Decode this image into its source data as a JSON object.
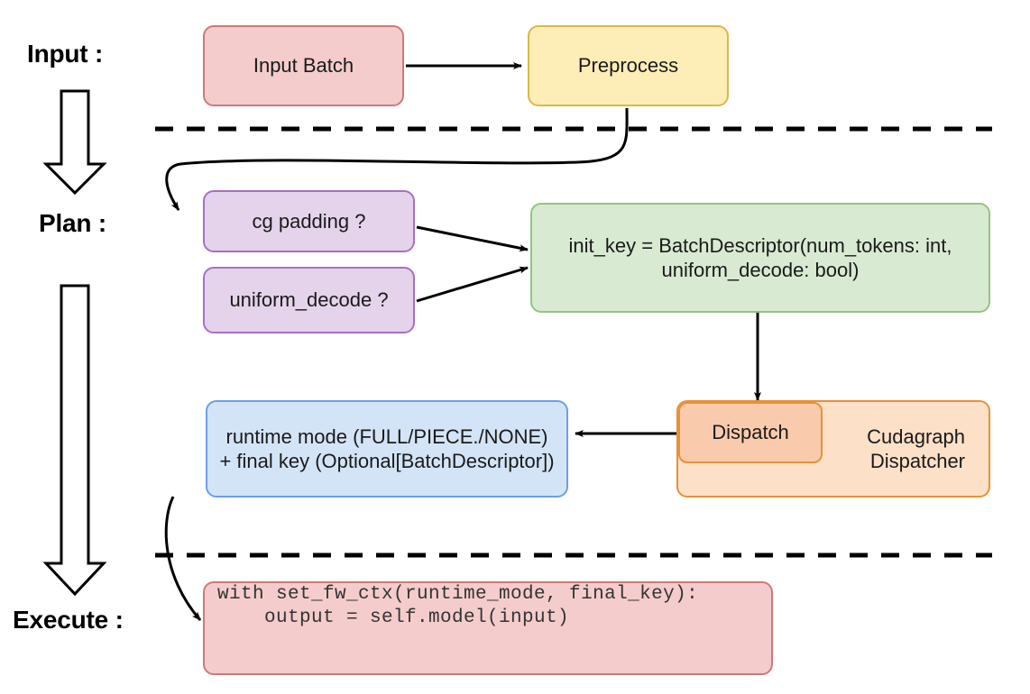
{
  "diagram": {
    "title": "vLLM cudagraph dispatch pipeline",
    "stages": [
      {
        "id": "input",
        "label": "Input :"
      },
      {
        "id": "plan",
        "label": "Plan :"
      },
      {
        "id": "execute",
        "label": "Execute :"
      }
    ],
    "nodes": {
      "input_batch": {
        "label": "Input Batch",
        "color": "#f4cccc"
      },
      "preprocess": {
        "label": "Preprocess",
        "color": "#fdedb6"
      },
      "cg_padding": {
        "label": "cg padding ?",
        "color": "#e4d3ea"
      },
      "uniform_decode": {
        "label": "uniform_decode ?",
        "color": "#e4d3ea"
      },
      "init_key": {
        "line1": "init_key = BatchDescriptor(num_tokens: int,",
        "line2": "uniform_decode: bool)",
        "color": "#d9ead3"
      },
      "cudagraph_dispatcher": {
        "label": "Cudagraph\nDispatcher",
        "label_line1": "Cudagraph",
        "label_line2": "Dispatcher",
        "color": "#fce0c8"
      },
      "dispatch": {
        "label": "Dispatch",
        "color": "#f9cbac"
      },
      "runtime_mode": {
        "line1": "runtime mode (FULL/PIECE./NONE)",
        "line2": "+ final key (Optional[BatchDescriptor])",
        "color": "#d4e4f7"
      },
      "execute_code": {
        "line1": "with set_fw_ctx(runtime_mode, final_key):",
        "line2": "    output = self.model(input)",
        "color": "#f4cccc"
      }
    },
    "separators": [
      {
        "id": "input-plan-divider",
        "style": "dashed"
      },
      {
        "id": "plan-execute-divider",
        "style": "dashed"
      }
    ],
    "flow_arrows": [
      {
        "from": "input_batch",
        "to": "preprocess"
      },
      {
        "from": "preprocess",
        "to": "cg_padding"
      },
      {
        "from": "cg_padding",
        "to": "init_key"
      },
      {
        "from": "uniform_decode",
        "to": "init_key"
      },
      {
        "from": "init_key",
        "to": "dispatch"
      },
      {
        "from": "dispatch",
        "to": "runtime_mode"
      },
      {
        "from": "runtime_mode",
        "to": "execute_code"
      }
    ],
    "stage_arrows": [
      {
        "id": "input-to-plan-big-arrow"
      },
      {
        "id": "plan-to-execute-big-arrow"
      }
    ]
  }
}
